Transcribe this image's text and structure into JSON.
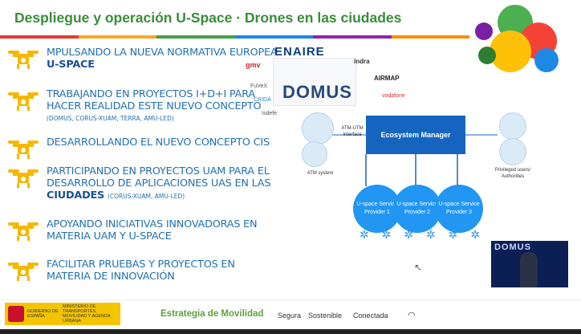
{
  "title": "Despliegue y operación U-Space · Drones en las ciudades",
  "stripe_colors": [
    "#e53935",
    "#f9a825",
    "#43a047",
    "#1e88e5",
    "#8e24aa",
    "#fb8c00"
  ],
  "logo_colors": [
    "#4caf50",
    "#f44336",
    "#ffc107",
    "#7b1fa2",
    "#1e88e5",
    "#2e7d32"
  ],
  "items": [
    {
      "line1": "mpulsando la nueva normativa europea",
      "line2": "U-SPACE",
      "sub": ""
    },
    {
      "line1": "Trabajando en proyectos I+D+I para",
      "line2": "hacer realidad este nuevo concepto",
      "sub": "(DOMUS, CORUS-XUAM, TERRA, AMU-LED)"
    },
    {
      "line1": "Desarrollando el nuevo concepto CIS",
      "line2": "",
      "sub": ""
    },
    {
      "line1": "Participando en proyectos UAM para el",
      "line2": "desarrollo de aplicaciones UAS en las",
      "line3": "ciudades",
      "sub": "(CORUS-XUAM, AMU-LED)"
    },
    {
      "line1": "Apoyando iniciativas innovadoras en",
      "line2": "materia UAM y U-SPACE",
      "sub": ""
    },
    {
      "line1": "Facilitar pruebas y proyectos en",
      "line2": "materia de innovación",
      "sub": ""
    }
  ],
  "diagram": {
    "enaire": "ENAIRE",
    "domus": "DOMUS",
    "partners_left": [
      "gmv",
      "FuVeX",
      "CRIDA",
      "Isdefe"
    ],
    "partners_right": [
      "indra",
      "AIRMAP",
      "vodafone"
    ],
    "atm_interface": "ATM-UTM Interface",
    "atm_system": "ATM system",
    "ecosystem_manager": "Ecosystem Manager",
    "privileged": "Privileged users/ Authorities",
    "providers": [
      "U-space Service Provider 1",
      "U-space Service Provider 2",
      "U-space Service Provider 3"
    ],
    "video_text": "DOMUS"
  },
  "footer": {
    "gov_line1": "GOBIERNO DE ESPAÑA",
    "gov_line2": "MINISTERIO DE TRANSPORTES, MOVILIDAD Y AGENDA URBANA",
    "strategy": "Estrategia de Movilidad",
    "segura": "Segura",
    "sostenible": "Sostenible",
    "conectada": "Conectada"
  }
}
